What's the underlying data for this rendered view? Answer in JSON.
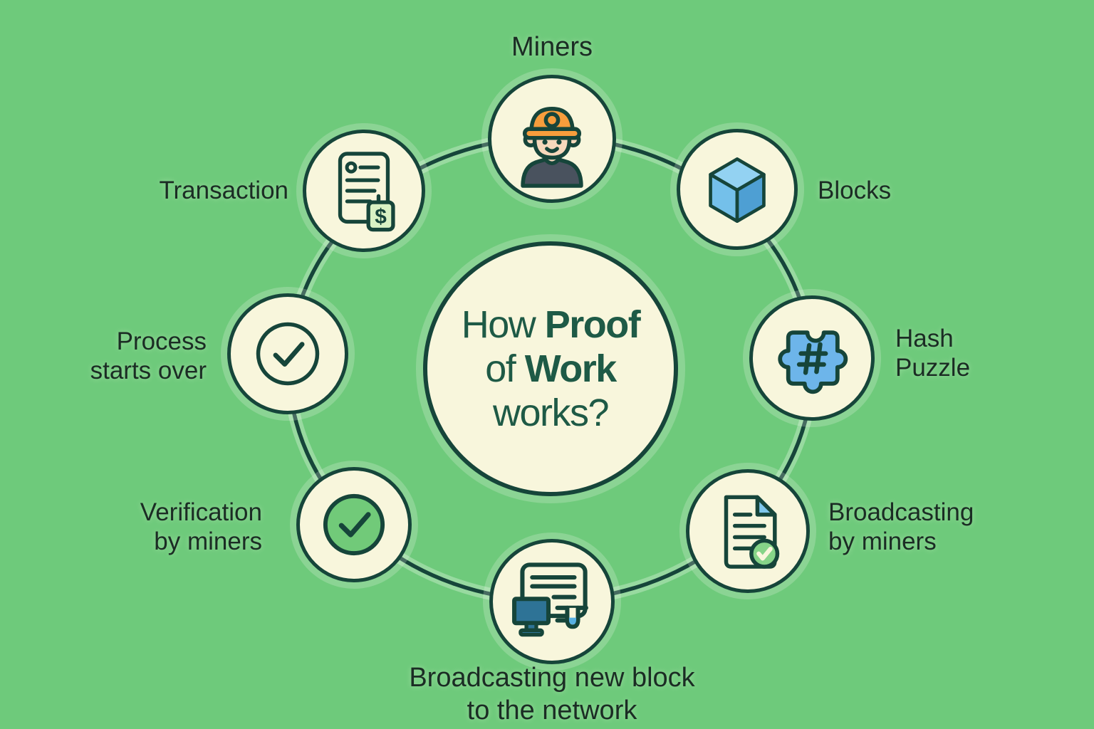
{
  "center": {
    "word1": "How",
    "word2": "Proof",
    "word3": "of",
    "word4": "Work",
    "word5": "works?"
  },
  "nodes": [
    {
      "id": "miners",
      "label": "Miners",
      "icon": "miner-icon"
    },
    {
      "id": "blocks",
      "label": "Blocks",
      "icon": "cube-icon"
    },
    {
      "id": "hash-puzzle",
      "label": "Hash\nPuzzle",
      "icon": "puzzle-hash-icon"
    },
    {
      "id": "broadcasting-by-miners",
      "label": "Broadcasting\nby miners",
      "icon": "document-check-icon"
    },
    {
      "id": "broadcasting-new-block",
      "label": "Broadcasting new block\nto the network",
      "icon": "broadcast-monitor-icon"
    },
    {
      "id": "verification-by-miners",
      "label": "Verification\nby miners",
      "icon": "check-filled-icon"
    },
    {
      "id": "process-starts-over",
      "label": "Process\nstarts over",
      "icon": "check-outline-icon"
    },
    {
      "id": "transaction",
      "label": "Transaction",
      "icon": "invoice-dollar-icon"
    }
  ],
  "colors": {
    "background": "#6eca7b",
    "node_fill": "#f8f6dc",
    "outline": "#16453a",
    "label_text": "#1b2c24",
    "center_text": "#1e5a46",
    "cube_top": "#93d2f2",
    "cube_left": "#74c0ea",
    "cube_right": "#4e9fd3",
    "puzzle_blue": "#6db5ea",
    "hat_orange": "#f79d3c",
    "skin": "#f6d8bc",
    "shirt": "#49525e",
    "hair": "#2f3b42",
    "check_green": "#71ca79",
    "badge_green": "#86d488",
    "monitor_blue": "#2e7396",
    "fold_blue": "#7ec6ec",
    "tag_green": "#d9f2c4",
    "drop_blue": "#57b0e3"
  }
}
